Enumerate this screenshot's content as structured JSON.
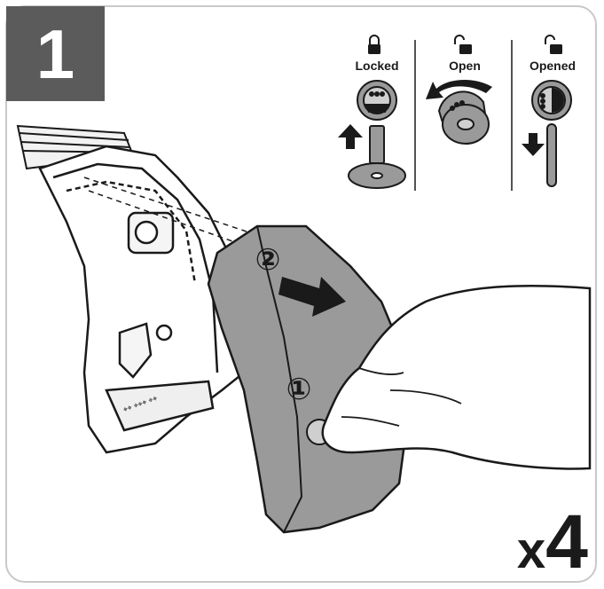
{
  "step": {
    "number": "1"
  },
  "lock_states": [
    {
      "label": "Locked",
      "icon": "padlock-closed-icon"
    },
    {
      "label": "Open",
      "icon": "padlock-open-icon"
    },
    {
      "label": "Opened",
      "icon": "padlock-open-icon"
    }
  ],
  "callouts": {
    "first": "①",
    "second": "②"
  },
  "multiplier": {
    "prefix": "x",
    "count": "4"
  },
  "colors": {
    "step_box": "#5b5b5b",
    "cover": "#9a9a9a",
    "line": "#1a1a1a",
    "frame": "#c9c9c9"
  }
}
